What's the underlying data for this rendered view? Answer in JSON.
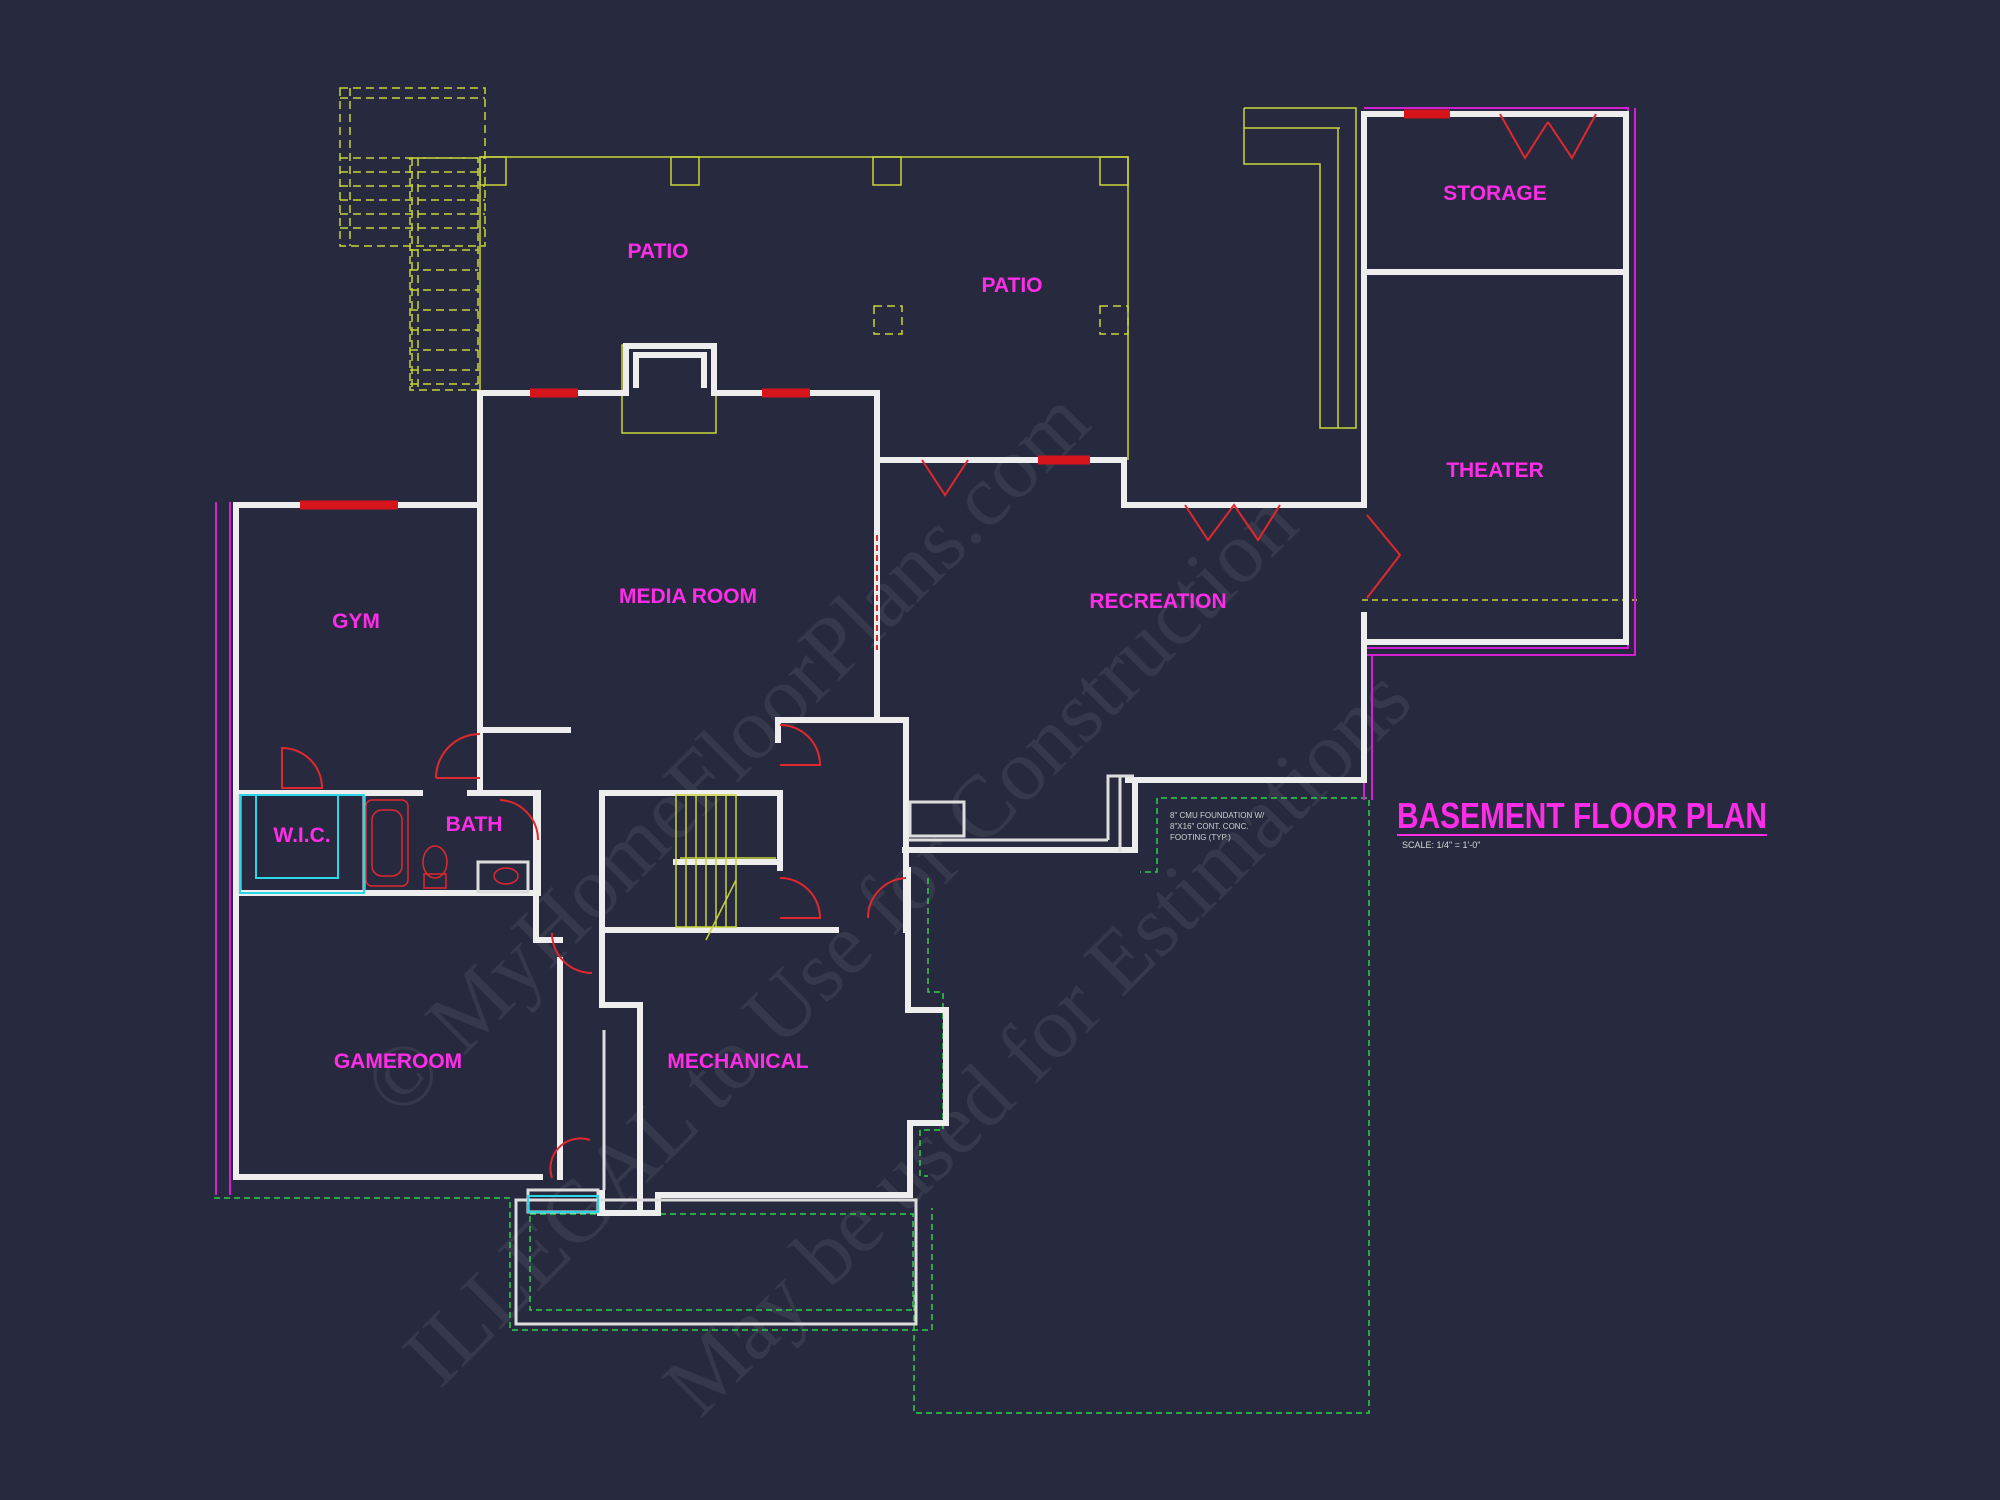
{
  "plan": {
    "title": "BASEMENT FLOOR PLAN",
    "scale": "SCALE: 1/4\" = 1'-0\"",
    "footing_note": [
      "8\" CMU FOUNDATION W/",
      "8\"X16\" CONT. CONC.",
      "FOOTING (TYP.)"
    ]
  },
  "rooms": {
    "patio_1": "PATIO",
    "patio_2": "PATIO",
    "storage": "STORAGE",
    "theater": "THEATER",
    "gym": "GYM",
    "media_room": "MEDIA ROOM",
    "recreation": "RECREATION",
    "wic": "W.I.C.",
    "bath": "BATH",
    "gameroom": "GAMEROOM",
    "mechanical": "MECHANICAL"
  },
  "watermark": {
    "line1": "© MyHomeFloorPlans.com",
    "line2": "ILLEGAL to Use for Construction",
    "line3": "May be used for Estimations"
  },
  "colors": {
    "background": "#272a3e",
    "walls": "#eeeeee",
    "labels": "#ff2ce8",
    "patio_lines": "#c8d43a",
    "footing_lines": "#2fcf4a",
    "doors_windows": "#e0282e"
  }
}
